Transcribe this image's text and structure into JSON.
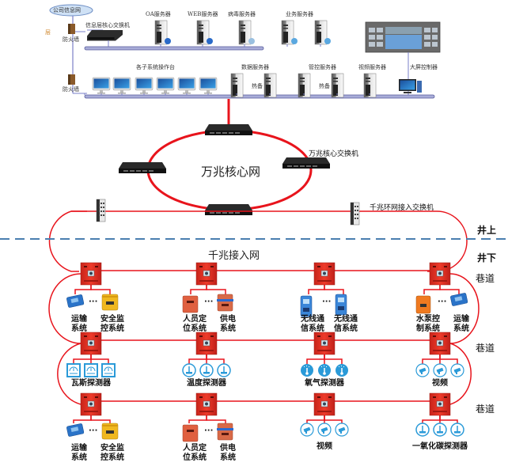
{
  "diagram": {
    "top_layer": {
      "cloud_label": "公司信息网",
      "side_mark": "层",
      "firewall_1": "防火墙",
      "firewall_2": "防火墙",
      "core_switch_label": "信息层核心交换机",
      "servers": [
        {
          "label": "OA服务器"
        },
        {
          "label": "WEB服务器"
        },
        {
          "label": "病毒服务器"
        },
        {
          "label": "业务服务器"
        }
      ],
      "workstations_label": "各子系统操作台",
      "data_server_label": "数据服务器",
      "control_server_label": "管控服务器",
      "video_server_label": "视频服务器",
      "big_screen_label": "大屏控制器",
      "hot_standby_1": "热备",
      "hot_standby_2": "热备"
    },
    "core_ring": {
      "title": "万兆核心网",
      "switch_label": "万兆核心交换机"
    },
    "access": {
      "ring_switch_label": "千兆环网接入交换机",
      "title": "千兆接入网"
    },
    "zones": {
      "above": "井上",
      "below": "井下",
      "tunnels": [
        "巷道",
        "巷道",
        "巷道"
      ]
    },
    "row1": {
      "groups": [
        {
          "left": "运输\n系统",
          "right": "安全监\n控系统",
          "ellipsis": "···"
        },
        {
          "left": "人员定\n位系统",
          "right": "供电\n系统",
          "ellipsis": "···"
        },
        {
          "left": "无线通\n信系统",
          "right": "无线通\n信系统",
          "ellipsis": "···"
        },
        {
          "left": "水泵控\n制系统",
          "right": "运输\n系统",
          "ellipsis": "···"
        }
      ]
    },
    "row2": {
      "groups": [
        {
          "label": "瓦斯探测器"
        },
        {
          "label": "温度探测器"
        },
        {
          "label": "氧气探测器"
        },
        {
          "label": "视频"
        }
      ]
    },
    "row3": {
      "groups": [
        {
          "left": "运输\n系统",
          "right": "安全监\n控系统",
          "ellipsis": "···"
        },
        {
          "left": "人员定\n位系统",
          "right": "供电\n系统",
          "ellipsis": "···"
        },
        {
          "label": "视频"
        },
        {
          "label": "一氧化碳探测器"
        }
      ]
    },
    "colors": {
      "ring_red": "#e8141c",
      "bus_blue": "#7a7fc8",
      "dash_blue": "#4a7fb0",
      "box_red": "#d9281e",
      "sensor_blue": "#2a9ad8"
    }
  }
}
